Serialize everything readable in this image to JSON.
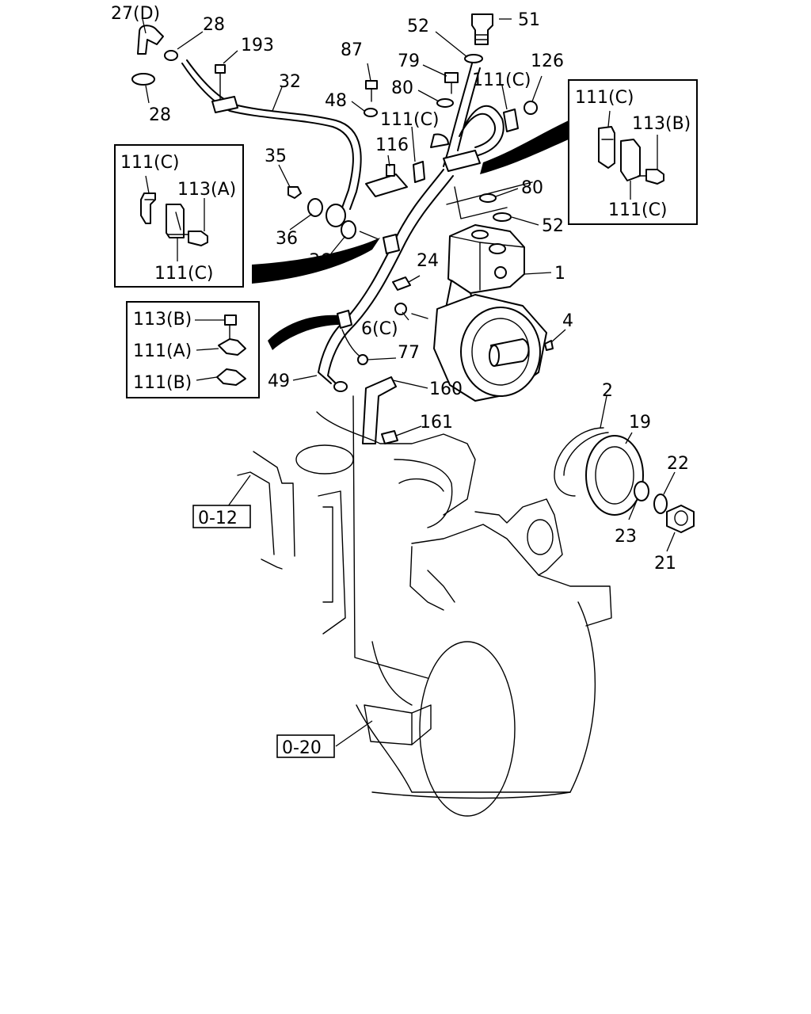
{
  "callouts": [
    {
      "id": "c1",
      "text": "27(D)"
    },
    {
      "id": "c2",
      "text": "28"
    },
    {
      "id": "c3",
      "text": "28"
    },
    {
      "id": "c4",
      "text": "193"
    },
    {
      "id": "c5",
      "text": "32"
    },
    {
      "id": "c6",
      "text": "87"
    },
    {
      "id": "c7",
      "text": "48"
    },
    {
      "id": "c8",
      "text": "52"
    },
    {
      "id": "c9",
      "text": "51"
    },
    {
      "id": "c10",
      "text": "79"
    },
    {
      "id": "c11",
      "text": "80"
    },
    {
      "id": "c12",
      "text": "111(C)"
    },
    {
      "id": "c13",
      "text": "126"
    },
    {
      "id": "c14",
      "text": "111(C)"
    },
    {
      "id": "c15",
      "text": "116"
    },
    {
      "id": "c16",
      "text": "35"
    },
    {
      "id": "c17",
      "text": "36"
    },
    {
      "id": "c18",
      "text": "36"
    },
    {
      "id": "c19",
      "text": "80"
    },
    {
      "id": "c20",
      "text": "52"
    },
    {
      "id": "c21",
      "text": "24"
    },
    {
      "id": "c22",
      "text": "1"
    },
    {
      "id": "c23",
      "text": "6(C)"
    },
    {
      "id": "c24",
      "text": "4"
    },
    {
      "id": "c25",
      "text": "77"
    },
    {
      "id": "c26",
      "text": "49"
    },
    {
      "id": "c27",
      "text": "160"
    },
    {
      "id": "c28",
      "text": "161"
    },
    {
      "id": "c29",
      "text": "2"
    },
    {
      "id": "c30",
      "text": "19"
    },
    {
      "id": "c31",
      "text": "22"
    },
    {
      "id": "c32",
      "text": "23"
    },
    {
      "id": "c33",
      "text": "21"
    }
  ],
  "detail_boxes": {
    "left_upper": {
      "labels": [
        "111(C)",
        "113(A)",
        "111(C)"
      ]
    },
    "left_lower": {
      "labels": [
        "113(B)",
        "111(A)",
        "111(B)"
      ]
    },
    "right_upper": {
      "labels": [
        "111(C)",
        "113(B)",
        "111(C)"
      ]
    }
  },
  "references": [
    {
      "id": "ref1",
      "text": "0-12"
    },
    {
      "id": "ref2",
      "text": "0-20"
    }
  ]
}
